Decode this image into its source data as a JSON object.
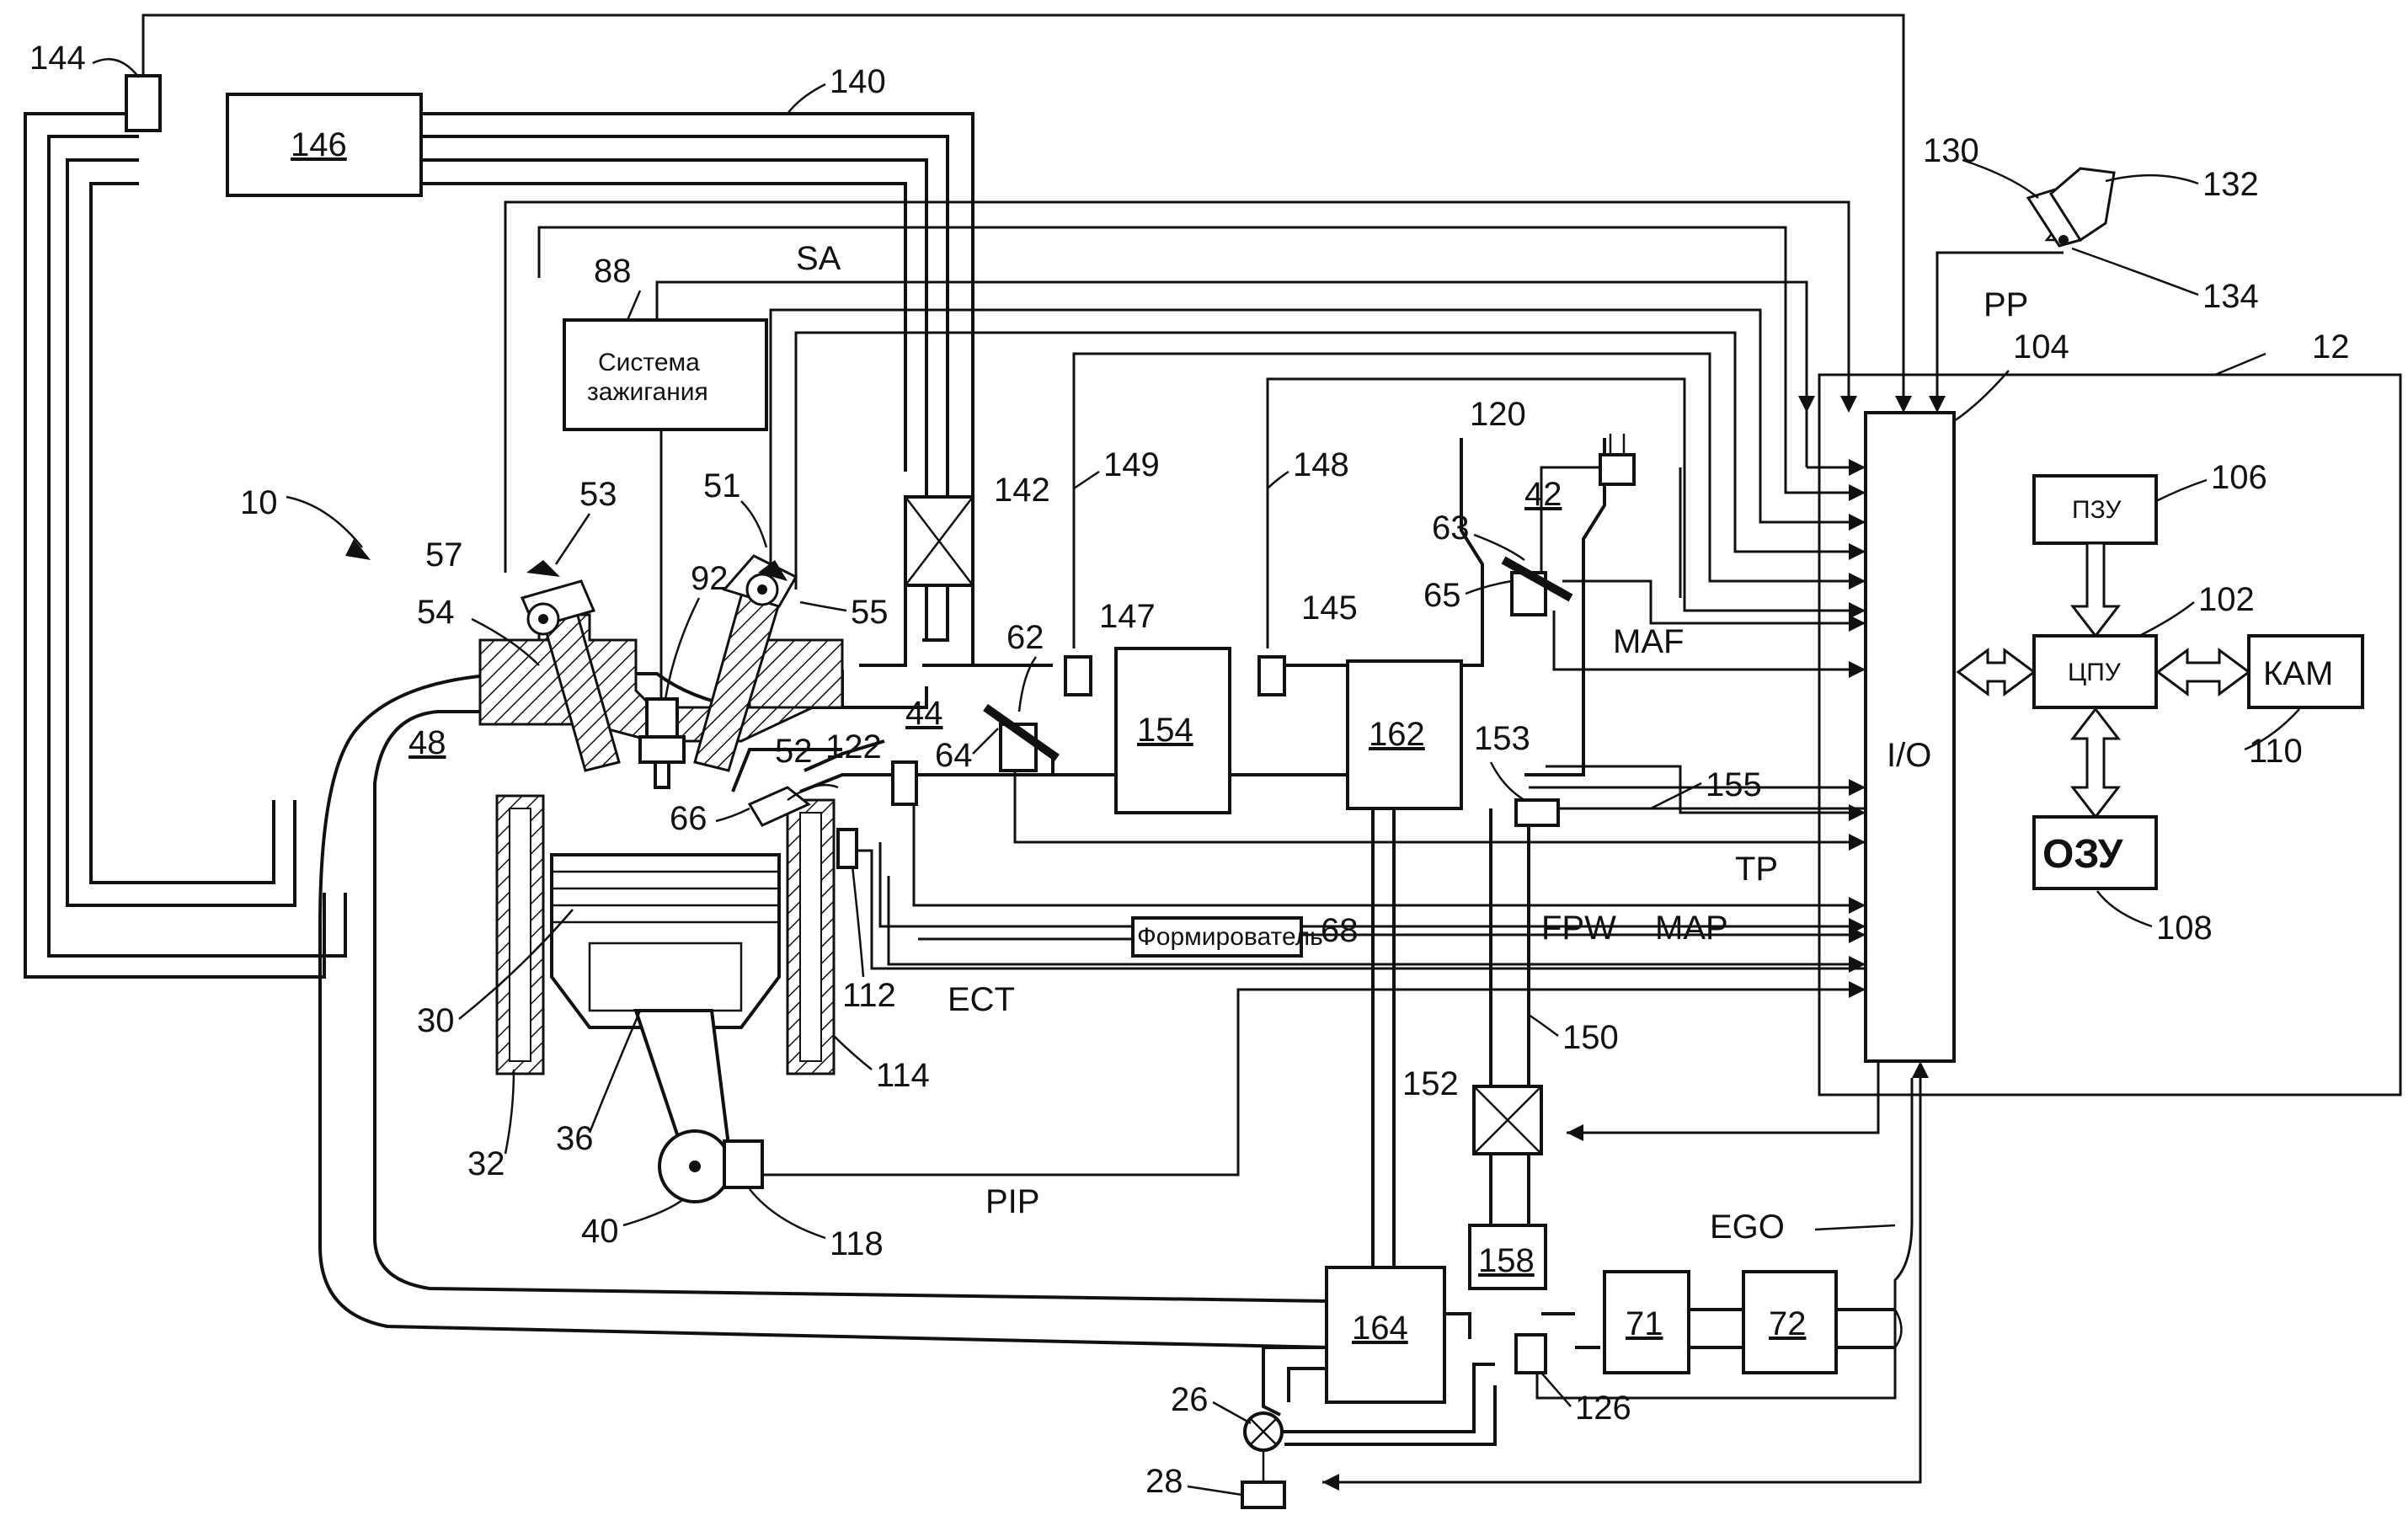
{
  "ecu": {
    "io": "I/O",
    "cpu": "ЦПУ",
    "rom": "ПЗУ",
    "ram": "ОЗУ",
    "kam": "КАМ",
    "ref_controller": "12",
    "ref_io": "104",
    "ref_cpu": "102",
    "ref_rom": "106",
    "ref_ram": "108",
    "ref_kam": "110"
  },
  "ignition": {
    "label_line1": "Система",
    "label_line2": "зажигания",
    "ref": "88",
    "plug_ref": "92",
    "signal": "SA"
  },
  "driver": {
    "formirovatel": "Формирователь",
    "ref": "68",
    "signal": "FPW"
  },
  "signals": {
    "pp": "PP",
    "maf": "MAF",
    "tp": "TP",
    "map": "MAP",
    "ect": "ECT",
    "pip": "PIP",
    "ego": "EGO"
  },
  "boxes": {
    "b146": "146",
    "b154": "154",
    "b162": "162",
    "b164": "164",
    "b158": "158",
    "b71": "71",
    "b72": "72",
    "b42": "42",
    "b44": "44",
    "b48": "48"
  },
  "refs": {
    "r10": "10",
    "r144": "144",
    "r140": "140",
    "r130": "130",
    "r132": "132",
    "r134": "134",
    "r57": "57",
    "r53": "53",
    "r54": "54",
    "r51": "51",
    "r55": "55",
    "r52": "52",
    "r142": "142",
    "r149": "149",
    "r148": "148",
    "r120": "120",
    "r63": "63",
    "r65": "65",
    "r62": "62",
    "r147": "147",
    "r145": "145",
    "r64": "64",
    "r122": "122",
    "r66": "66",
    "r153": "153",
    "r155": "155",
    "r30": "30",
    "r112": "112",
    "r114": "114",
    "r32": "32",
    "r36": "36",
    "r40": "40",
    "r118": "118",
    "r150": "150",
    "r152": "152",
    "r126": "126",
    "r26": "26",
    "r28": "28"
  }
}
